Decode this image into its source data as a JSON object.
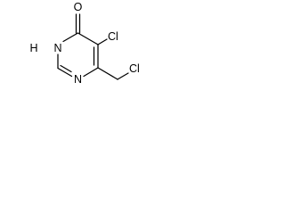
{
  "molecule": {
    "atoms": {
      "o_top": "O",
      "cl_ring": "Cl",
      "cl_side": "Cl",
      "nh_n": "N",
      "nh_h": "H",
      "n_bottom": "N"
    },
    "colors": {
      "bond": "#000000",
      "label": "#000000",
      "background": "#ffffff"
    }
  }
}
